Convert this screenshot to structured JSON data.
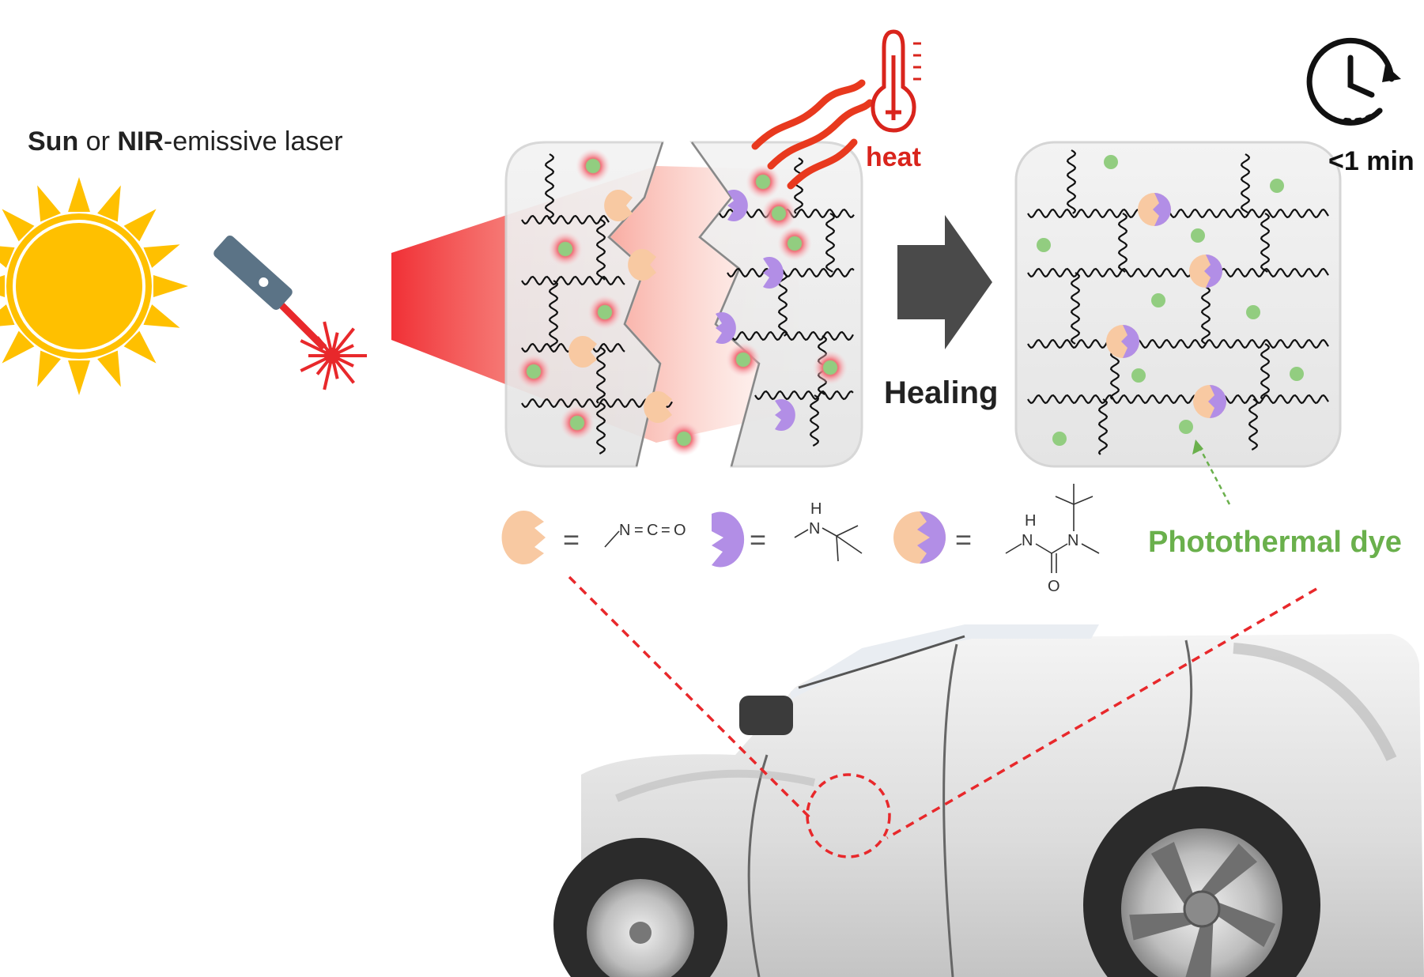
{
  "source": {
    "text_bold1": "Sun",
    "text_mid": " or ",
    "text_bold2": "NIR",
    "text_end": "-emissive laser"
  },
  "heat": {
    "label": "heat"
  },
  "time": {
    "label": "<1 min"
  },
  "process": {
    "label": "Healing"
  },
  "dye": {
    "label": "Photothermal dye"
  },
  "legend": {
    "equals": "=",
    "isocyanate": {
      "n": "N",
      "c": "C",
      "o": "O",
      "eq1": "=",
      "eq2": "="
    },
    "amine": {
      "n": "N",
      "h": "H"
    },
    "urea": {
      "n1": "N",
      "h": "H",
      "n2": "N",
      "o": "O"
    }
  },
  "colors": {
    "sun": "#ffc000",
    "laser": "#e8282b",
    "laser_body": "#5b7386",
    "heat": "#d9241c",
    "isocyanate": "#f8c9a2",
    "amine": "#b28ee6",
    "dye": "#92cd80",
    "arrow": "#4a4a4a",
    "dye_label": "#6ab04c"
  },
  "icons": [
    "sun-icon",
    "laser-pointer-icon",
    "thermometer-icon",
    "heat-waves-icon",
    "clock-icon",
    "arrow-right-icon",
    "car-illustration"
  ]
}
